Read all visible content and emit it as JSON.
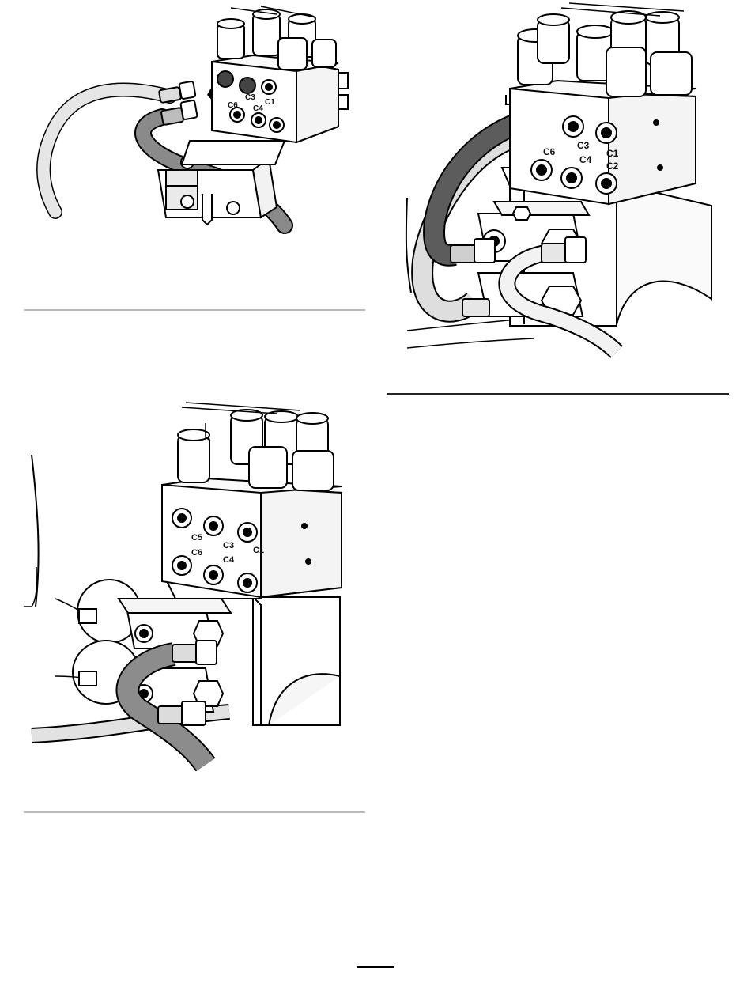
{
  "figures": [
    {
      "name": "figure-disconnect-hoses",
      "port_labels": [
        "C6",
        "C3",
        "C4",
        "C1"
      ]
    },
    {
      "name": "figure-hoses-connected-lower",
      "port_labels": [
        "C5",
        "C3",
        "C6",
        "C4",
        "C1"
      ]
    },
    {
      "name": "figure-hoses-routed",
      "port_labels": [
        "C6",
        "C3",
        "C4",
        "C1",
        "C2"
      ]
    }
  ],
  "page_number": ""
}
